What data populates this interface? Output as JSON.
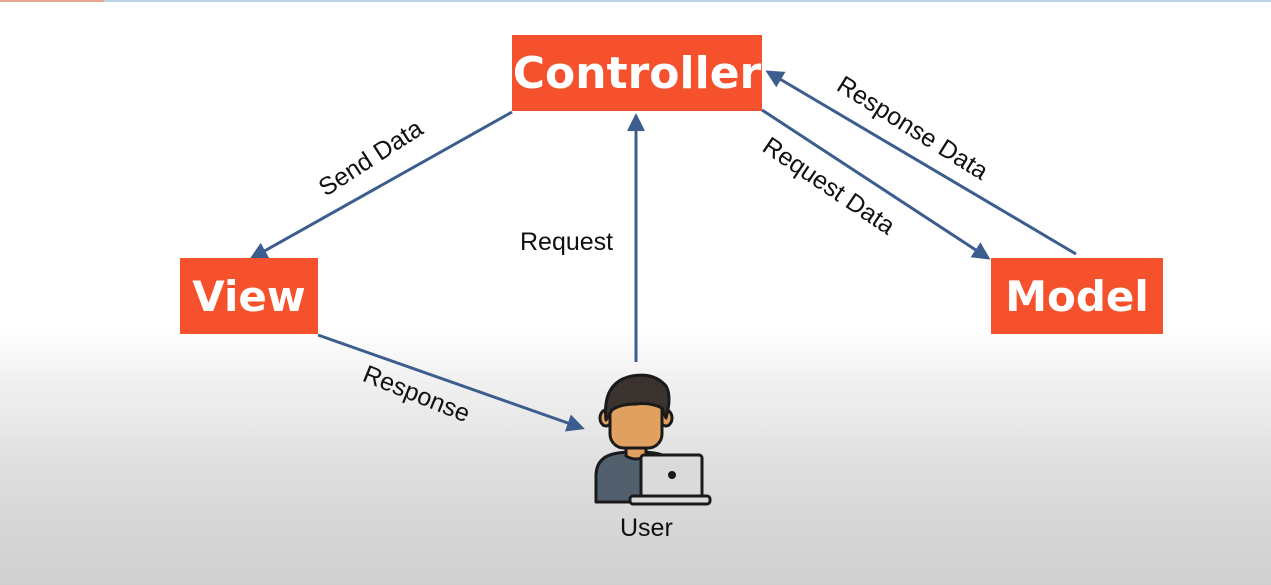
{
  "diagram": {
    "nodes": {
      "controller": "Controller",
      "view": "View",
      "model": "Model",
      "user": "User"
    },
    "edges": {
      "send_data": "Send Data",
      "request": "Request",
      "response": "Response",
      "request_data": "Request Data",
      "response_data": "Response Data"
    }
  },
  "colors": {
    "node_fill": "#f4512c",
    "arrow": "#3c5e8e",
    "user_skin": "#e0a060",
    "user_hair": "#3a3330",
    "user_shirt": "#52606d",
    "laptop": "#dadada"
  },
  "icons": {
    "user": "user-with-laptop-icon"
  }
}
